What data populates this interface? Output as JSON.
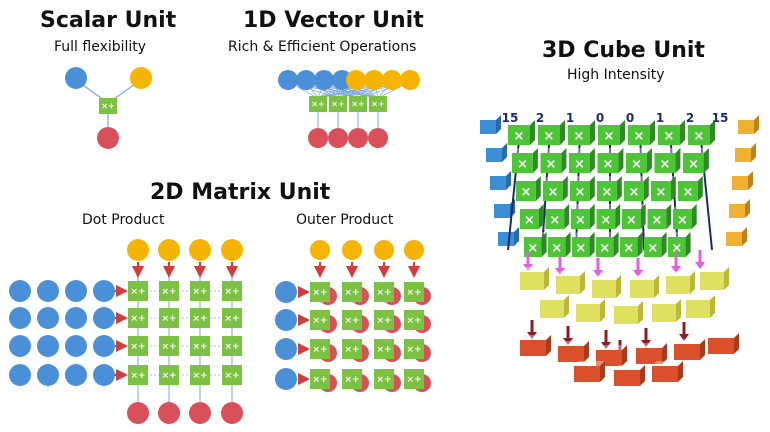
{
  "scalar": {
    "title": "Scalar Unit",
    "subtitle": "Full flexibility"
  },
  "vector": {
    "title": "1D Vector Unit",
    "subtitle": "Rich & Efficient Operations"
  },
  "matrix": {
    "title": "2D Matrix Unit",
    "dot": {
      "label": "Dot Product"
    },
    "outer": {
      "label": "Outer Product"
    }
  },
  "cube": {
    "title": "3D Cube Unit",
    "subtitle": "High Intensity",
    "numbers": [
      "15",
      "2",
      "1",
      "0",
      "0",
      "1",
      "2",
      "15"
    ]
  },
  "op_symbol": "×+",
  "colors": {
    "input_a": "#4a90d9",
    "input_b": "#f5b400",
    "output": "#d9505a",
    "alu": "#7cc242",
    "arrow": "#d43b3b",
    "cube_green": "#4cc636",
    "cube_yellow": "#e0e060",
    "cube_red": "#d9502a",
    "cube_blue": "#3a8fd6",
    "cube_orange": "#f0b030",
    "wire_dark": "#1e2a6e",
    "magenta": "#e060e0"
  }
}
